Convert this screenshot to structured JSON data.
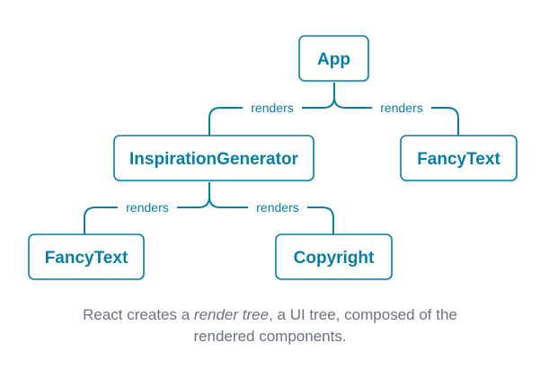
{
  "nodes": {
    "app": "App",
    "inspiration_generator": "InspirationGenerator",
    "fancy_text_top": "FancyText",
    "fancy_text_bottom": "FancyText",
    "copyright": "Copyright"
  },
  "edges": {
    "app_to_inspiration": "renders",
    "app_to_fancy_text": "renders",
    "inspiration_to_fancy_text": "renders",
    "inspiration_to_copyright": "renders"
  },
  "caption": {
    "before": "React creates a ",
    "emphasis": "render tree",
    "after": ", a UI tree, composed of the",
    "line2": "rendered components."
  },
  "colors": {
    "accent": "#087ea4",
    "caption": "#6b7280"
  }
}
